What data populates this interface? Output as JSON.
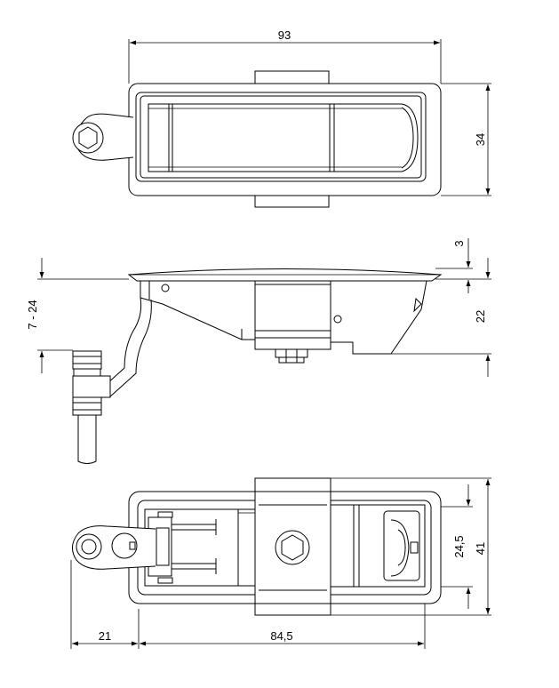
{
  "drawing": {
    "top_view": {
      "width_label": "93",
      "height_label": "34"
    },
    "side_view": {
      "top_offset_label": "3",
      "depth_label": "22",
      "grip_range_label": "7 - 24"
    },
    "bottom_view": {
      "inner_width_label": "24,5",
      "outer_width_label": "41",
      "offset_label": "21",
      "length_label": "84,5"
    }
  }
}
